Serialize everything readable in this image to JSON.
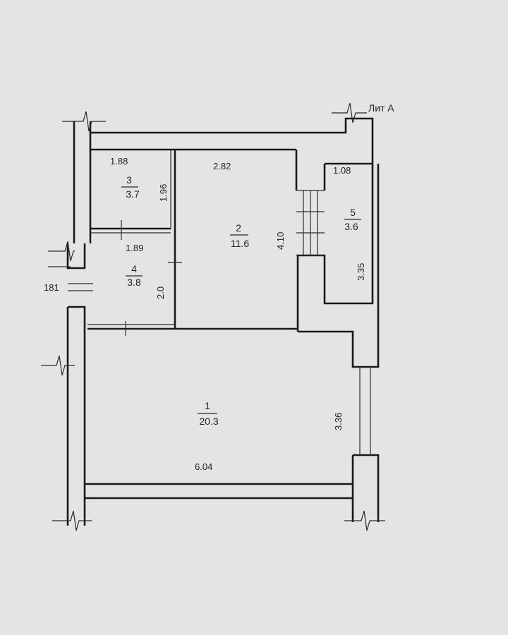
{
  "plan": {
    "title": "Лит А",
    "passage_width": "181",
    "rooms": [
      {
        "number": "1",
        "area": "20.3"
      },
      {
        "number": "2",
        "area": "11.6"
      },
      {
        "number": "3",
        "area": "3.7"
      },
      {
        "number": "4",
        "area": "3.8"
      },
      {
        "number": "5",
        "area": "3.6"
      }
    ],
    "dimensions": {
      "room3_width": "1.88",
      "room3_height": "1.96",
      "room2_width": "2.82",
      "room2_height": "4.10",
      "room5_width": "1.08",
      "room5_height": "3.35",
      "room4_width": "1.89",
      "room4_height": "2.0",
      "room1_width": "6.04",
      "room1_height": "3.36"
    }
  }
}
